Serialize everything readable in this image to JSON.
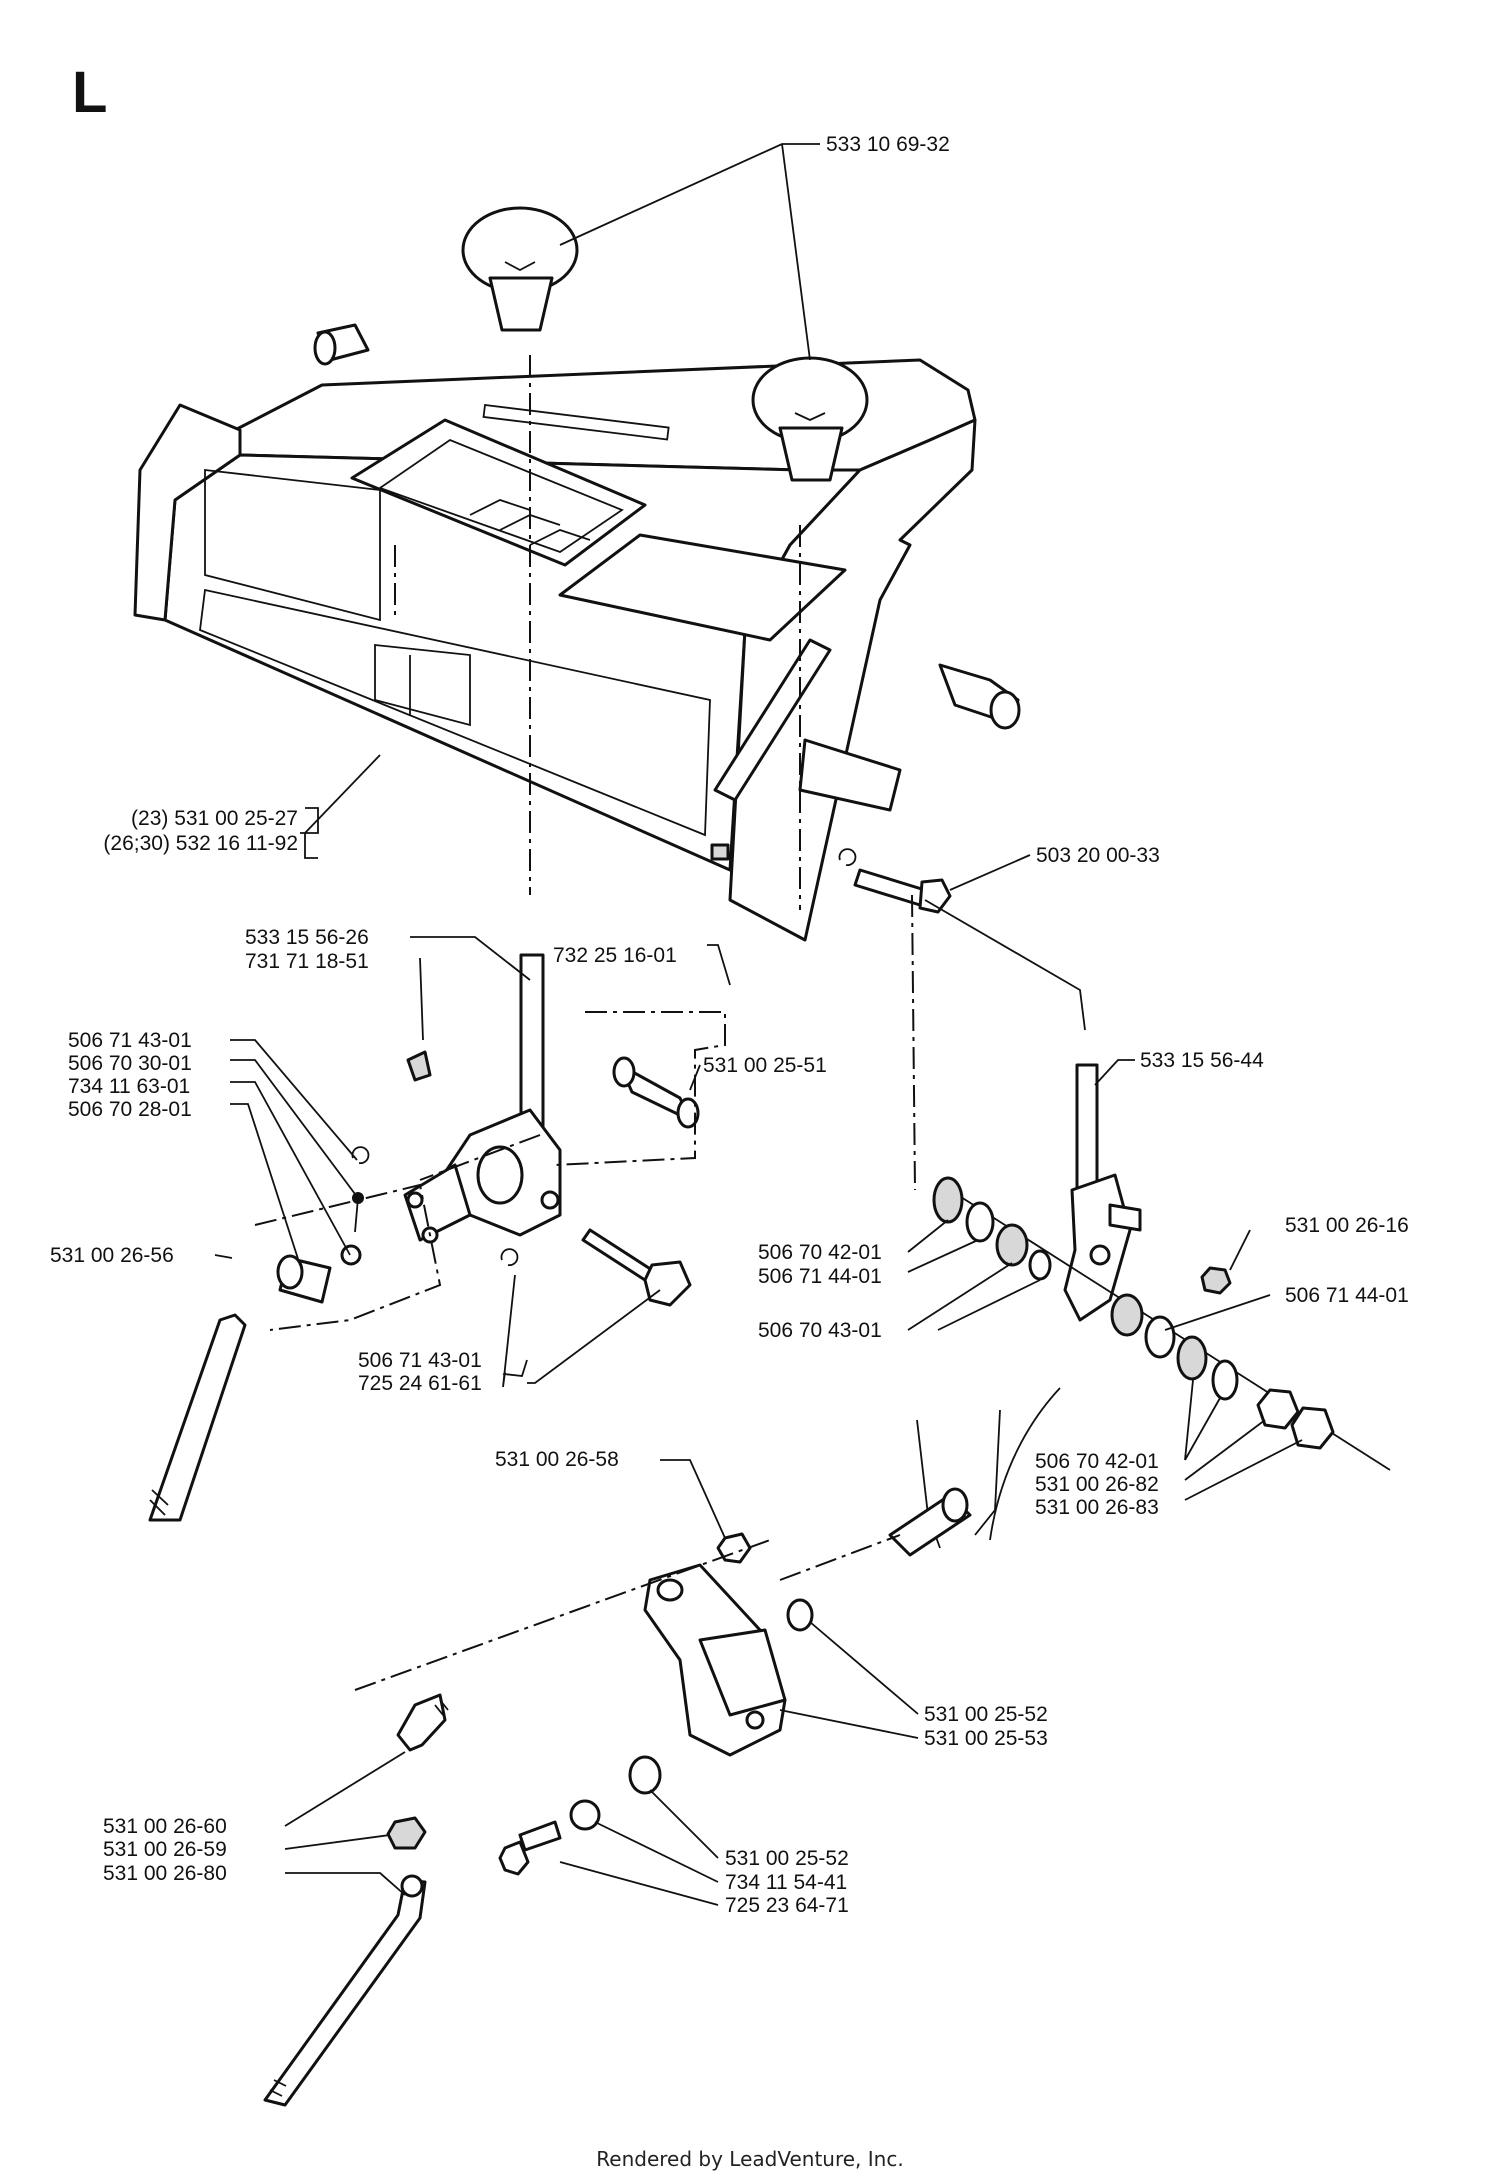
{
  "section_letter": "L",
  "footer": "Rendered by LeadVenture, Inc.",
  "callouts": {
    "knob": "533 10 69-32",
    "fender_a": "(23) 531 00 25-27",
    "fender_b": "(26;30) 532 16 11-92",
    "bolt_right": "503 20 00-33",
    "lever_left_a": "533 15 56-26",
    "lever_left_b": "731 71 18-51",
    "nut_small": "732 25 16-01",
    "spacer": "531 00 25-51",
    "clip_a": "506 71 43-01",
    "pin_a": "506 70 30-01",
    "spring_a": "734 11 63-01",
    "washer_a": "506 70 28-01",
    "rod_left": "531 00 26-56",
    "clip_b": "506 71 43-01",
    "bolt_left": "725 24 61-61",
    "lever_right": "533 15 56-44",
    "nut_right": "531 00 26-16",
    "washer_r1": "506 70 42-01",
    "washer_r2": "506 71 44-01",
    "washer_r3": "506 70 43-01",
    "washer_r4": "506 71 44-01",
    "washer_r5": "506 70 42-01",
    "nut_r6": "531 00 26-82",
    "nut_r7": "531 00 26-83",
    "nut_lower": "531 00 26-58",
    "bush_a": "531 00 25-52",
    "bracket": "531 00 25-53",
    "elbow": "531 00 26-60",
    "nut_hex": "531 00 26-59",
    "rod_lower": "531 00 26-80",
    "bush_b": "531 00 25-52",
    "washer_b": "734 11 54-41",
    "bolt_lower": "725 23 64-71"
  }
}
